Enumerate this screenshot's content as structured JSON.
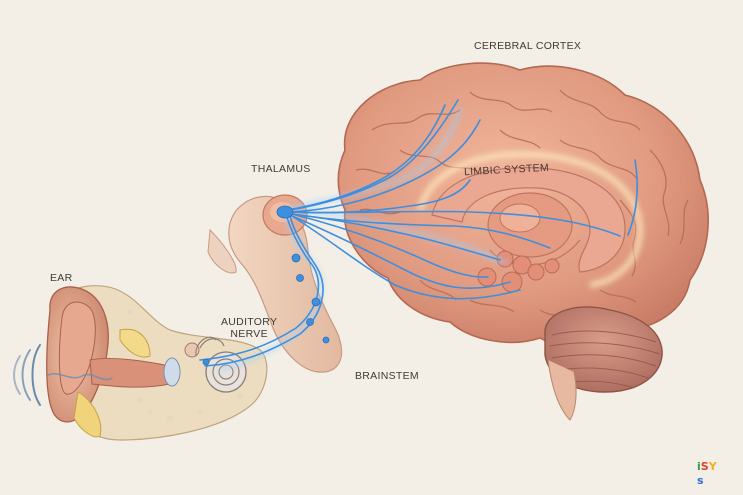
{
  "labels": {
    "cerebral_cortex": "CEREBRAL CORTEX",
    "thalamus": "THALAMUS",
    "limbic_system": "LIMBIC SYSTEM",
    "ear": "EAR",
    "auditory_nerve_line1": "AUDITORY",
    "auditory_nerve_line2": "NERVE",
    "brainstem": "BRAINSTEM"
  },
  "logo": {
    "text": "iSYs",
    "colors": [
      "#2aa24a",
      "#e0402a",
      "#f2b11a",
      "#2c6fd1"
    ]
  },
  "colors": {
    "background": "#f4efe6",
    "brain": "#e6a48a",
    "brain_shadow": "#c7765d",
    "nerve": "#3d8fe0",
    "nerve_glow": "#9cd0ff",
    "ear_skin": "#e7b39a",
    "ear_bone": "#e9d9b4",
    "cerebellum": "#c9897a",
    "glow": "#fff3c9"
  },
  "icons": {
    "sound_waves": "sound-waves-icon"
  }
}
